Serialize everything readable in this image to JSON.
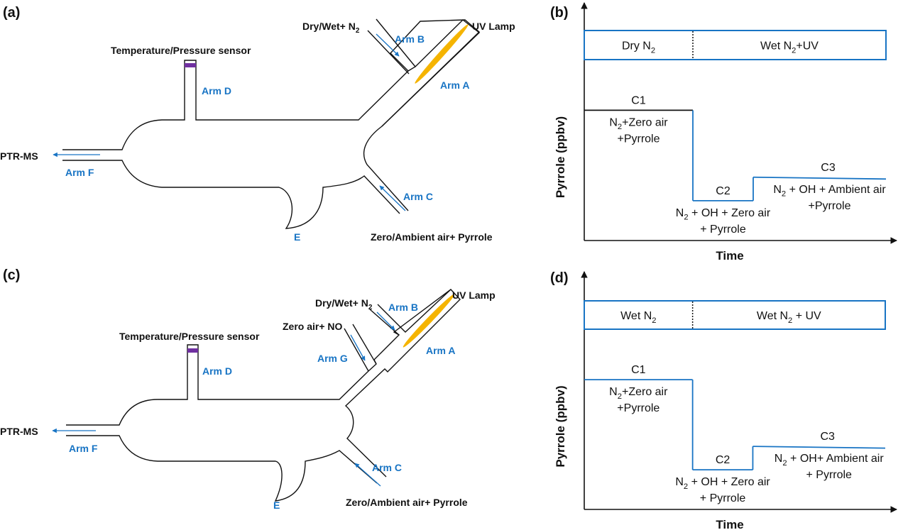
{
  "colors": {
    "blue": "#1874c4",
    "black": "#111111",
    "lamp": "#f5b400",
    "sensor": "#7030a0"
  },
  "panels": {
    "a": {
      "tag": "(a)",
      "sensor_label": "Temperature/Pressure sensor",
      "arm_d": "Arm D",
      "arm_f": "Arm F",
      "outlet": "PTR-MS",
      "inlet_b": "Dry/Wet+ N",
      "inlet_b_sub": "2",
      "arm_b": "Arm B",
      "lamp": "UV Lamp",
      "arm_a": "Arm A",
      "arm_c": "Arm C",
      "inlet_c": "Zero/Ambient air+ Pyrrole",
      "e": "E"
    },
    "c": {
      "tag": "(c)",
      "sensor_label": "Temperature/Pressure sensor",
      "arm_d": "Arm D",
      "arm_f": "Arm F",
      "outlet": "PTR-MS",
      "inlet_b": "Dry/Wet+ N",
      "inlet_b_sub": "2",
      "arm_b": "Arm B",
      "lamp": "UV Lamp",
      "arm_a": "Arm A",
      "inlet_g": "Zero air+ NO",
      "arm_g": "Arm G",
      "arm_c": "Arm C",
      "inlet_c": "Zero/Ambient air+ Pyrrole",
      "e": "E"
    }
  },
  "chart_data": [
    {
      "type": "line",
      "panel": "(b)",
      "title": "",
      "xlabel": "Time",
      "ylabel": "Pyrrole (ppbv)",
      "phases": [
        {
          "label": "Dry N",
          "sub": "2",
          "suffix": ""
        },
        {
          "label": "Wet N",
          "sub": "2",
          "suffix": "+UV"
        }
      ],
      "phase_split": 0.36,
      "series": [
        {
          "name": "C1",
          "x": [
            0,
            0.36
          ],
          "y": [
            0.72,
            0.72
          ],
          "color": "#111111",
          "text": [
            [
              "N",
              "2",
              "+Zero air"
            ],
            [
              "",
              "",
              "+Pyrrole"
            ]
          ]
        },
        {
          "name": "C2",
          "x": [
            0.36,
            0.56
          ],
          "y": [
            0.22,
            0.22
          ],
          "color": "#1874c4",
          "text": [
            [
              "N",
              "2",
              " + OH + Zero air"
            ],
            [
              "",
              "",
              "+ Pyrrole"
            ]
          ]
        },
        {
          "name": "C3",
          "x": [
            0.56,
            1.0
          ],
          "y": [
            0.35,
            0.34
          ],
          "color": "#1874c4",
          "text": [
            [
              "N",
              "2",
              " + OH + Ambient air"
            ],
            [
              "",
              "",
              "+Pyrrole"
            ]
          ]
        }
      ],
      "ylim": [
        0,
        1
      ],
      "xlim": [
        0,
        1
      ],
      "grid": false
    },
    {
      "type": "line",
      "panel": "(d)",
      "title": "",
      "xlabel": "Time",
      "ylabel": "Pyrrole (ppbv)",
      "phases": [
        {
          "label": "Wet N",
          "sub": "2",
          "suffix": ""
        },
        {
          "label": "Wet N",
          "sub": "2",
          "suffix": " + UV"
        }
      ],
      "phase_split": 0.36,
      "series": [
        {
          "name": "C1",
          "x": [
            0,
            0.36
          ],
          "y": [
            0.72,
            0.72
          ],
          "color": "#1874c4",
          "text": [
            [
              "N",
              "2",
              "+Zero air"
            ],
            [
              "",
              "",
              "+Pyrrole"
            ]
          ]
        },
        {
          "name": "C2",
          "x": [
            0.36,
            0.56
          ],
          "y": [
            0.22,
            0.22
          ],
          "color": "#1874c4",
          "text": [
            [
              "N",
              "2",
              " + OH + Zero air"
            ],
            [
              "",
              "",
              "+ Pyrrole"
            ]
          ]
        },
        {
          "name": "C3",
          "x": [
            0.56,
            1.0
          ],
          "y": [
            0.35,
            0.34
          ],
          "color": "#1874c4",
          "text": [
            [
              "N",
              "2",
              " + OH+ Ambient air"
            ],
            [
              "",
              "",
              "+ Pyrrole"
            ]
          ]
        }
      ],
      "ylim": [
        0,
        1
      ],
      "xlim": [
        0,
        1
      ],
      "grid": false
    }
  ]
}
